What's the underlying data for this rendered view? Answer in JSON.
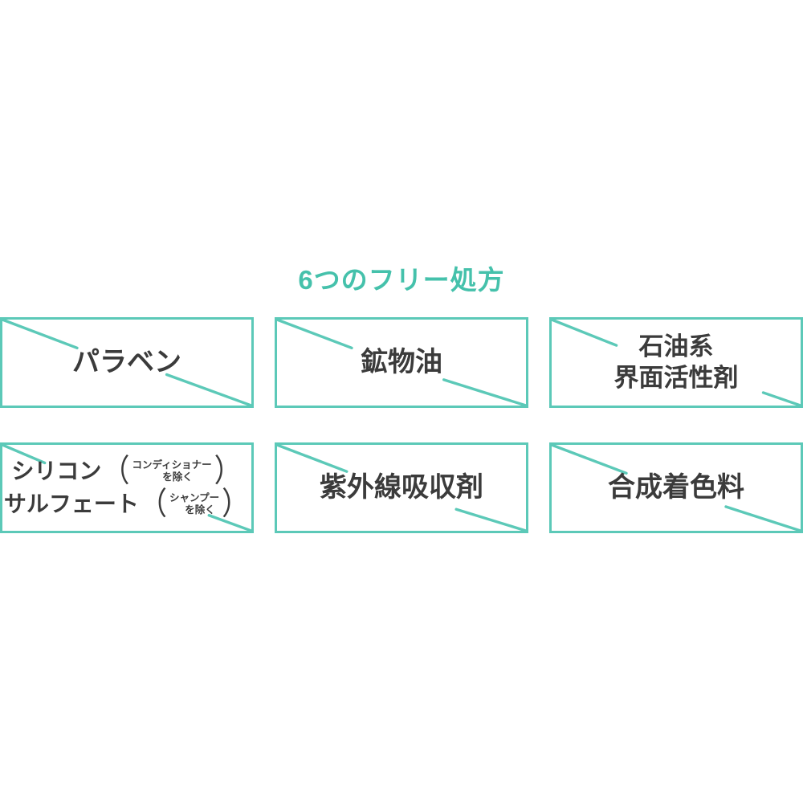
{
  "title": "6つのフリー処方",
  "colors": {
    "accent_teal": "#45c1ab",
    "border_teal": "#5cc9b8",
    "text_dark": "#3b3b3b"
  },
  "boxes": [
    {
      "label": "パラベン"
    },
    {
      "label": "鉱物油"
    },
    {
      "label_line1": "石油系",
      "label_line2": "界面活性剤"
    },
    {
      "line1_main": "シリコン",
      "line1_paren_open": "（",
      "line1_small_top": "コンディショナー",
      "line1_small_bottom": "を除く",
      "line1_paren_close": "）",
      "line2_main": "サルフェート",
      "line2_paren_open": "（",
      "line2_small_top": "シャンプー",
      "line2_small_bottom": "を除く",
      "line2_paren_close": "）"
    },
    {
      "label": "紫外線吸収剤"
    },
    {
      "label": "合成着色料"
    }
  ]
}
